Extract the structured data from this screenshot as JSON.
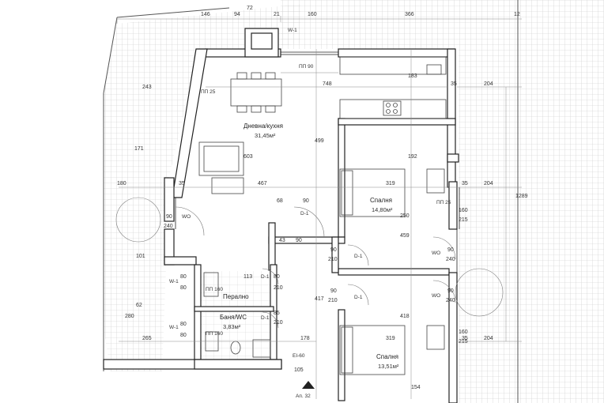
{
  "rooms": {
    "living": {
      "name": "Дневна/кухня",
      "area": "31,45м²"
    },
    "bedroom1": {
      "name": "Спалня",
      "area": "14,80м²"
    },
    "bedroom2": {
      "name": "Спалня",
      "area": "13,51м²"
    },
    "hall": {
      "name": "Перално"
    },
    "bath": {
      "name": "Баня/WC",
      "area": "3,83м²"
    }
  },
  "tags": {
    "pp90": "ПП 90",
    "w1": "W-1",
    "d1": "D-1",
    "wo": "WO",
    "ei60": "EI-60",
    "pp25": "ПП 25",
    "pp160": "ПП 160",
    "ap": "Ап. 32"
  },
  "dims": {
    "top": [
      "146",
      "94",
      "72",
      "21",
      "160",
      "366",
      "12"
    ],
    "d748": "748",
    "d183": "183",
    "d35": "35",
    "d204": "204",
    "d1289": "1289",
    "d499": "499",
    "d603": "603",
    "d467": "467",
    "d319": "319",
    "d180": "180",
    "d243": "243",
    "d171": "171",
    "d68": "68",
    "d90": "90",
    "d240": "240",
    "d43": "43",
    "d80": "80",
    "d210": "210",
    "d417": "417",
    "d418": "418",
    "d459": "459",
    "d250": "250",
    "d265": "265",
    "d178": "178",
    "d160": "160",
    "d215": "215",
    "d85": "85",
    "d113": "113",
    "d154": "154",
    "d105": "105",
    "d192": "192",
    "d101": "101",
    "d280": "280",
    "d62": "62"
  },
  "colors": {
    "wall": "#222222",
    "wall_fill": "#ffffff",
    "hatch": "#bdbdbd",
    "dim": "#333333",
    "dim_line": "#8a8a8a"
  }
}
